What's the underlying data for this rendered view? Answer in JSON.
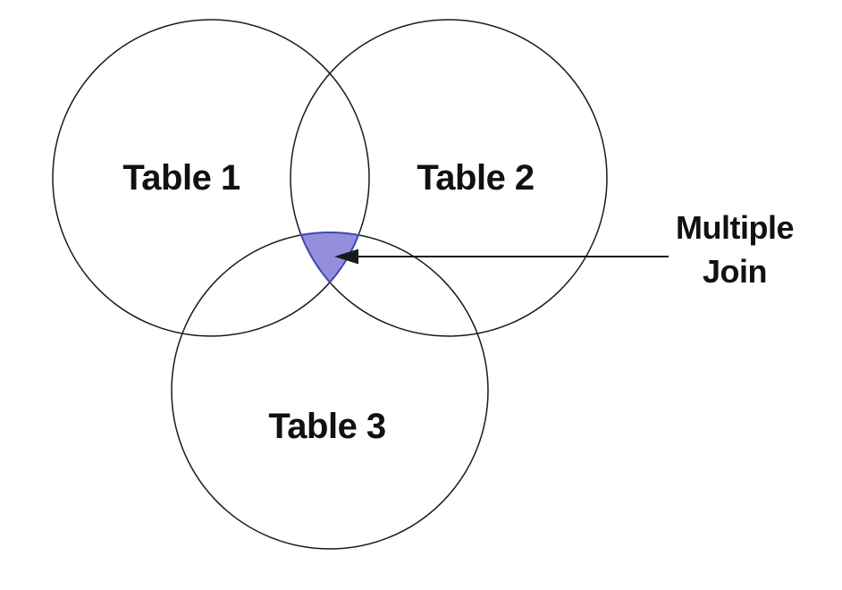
{
  "diagram": {
    "background_color": "#ffffff",
    "circle_stroke_color": "#1a1a1a",
    "text_color": "#111111",
    "circles": [
      {
        "label": "Table 1"
      },
      {
        "label": "Table 2"
      },
      {
        "label": "Table 3"
      }
    ],
    "highlight": {
      "meaning": "triple-intersection",
      "fill_color": "#968EDB",
      "stroke_color": "#3B4AB8"
    },
    "annotation": {
      "text": "Multiple Join",
      "lines": [
        "Multiple",
        "Join"
      ],
      "arrow_color": "#1a1a1a"
    }
  }
}
